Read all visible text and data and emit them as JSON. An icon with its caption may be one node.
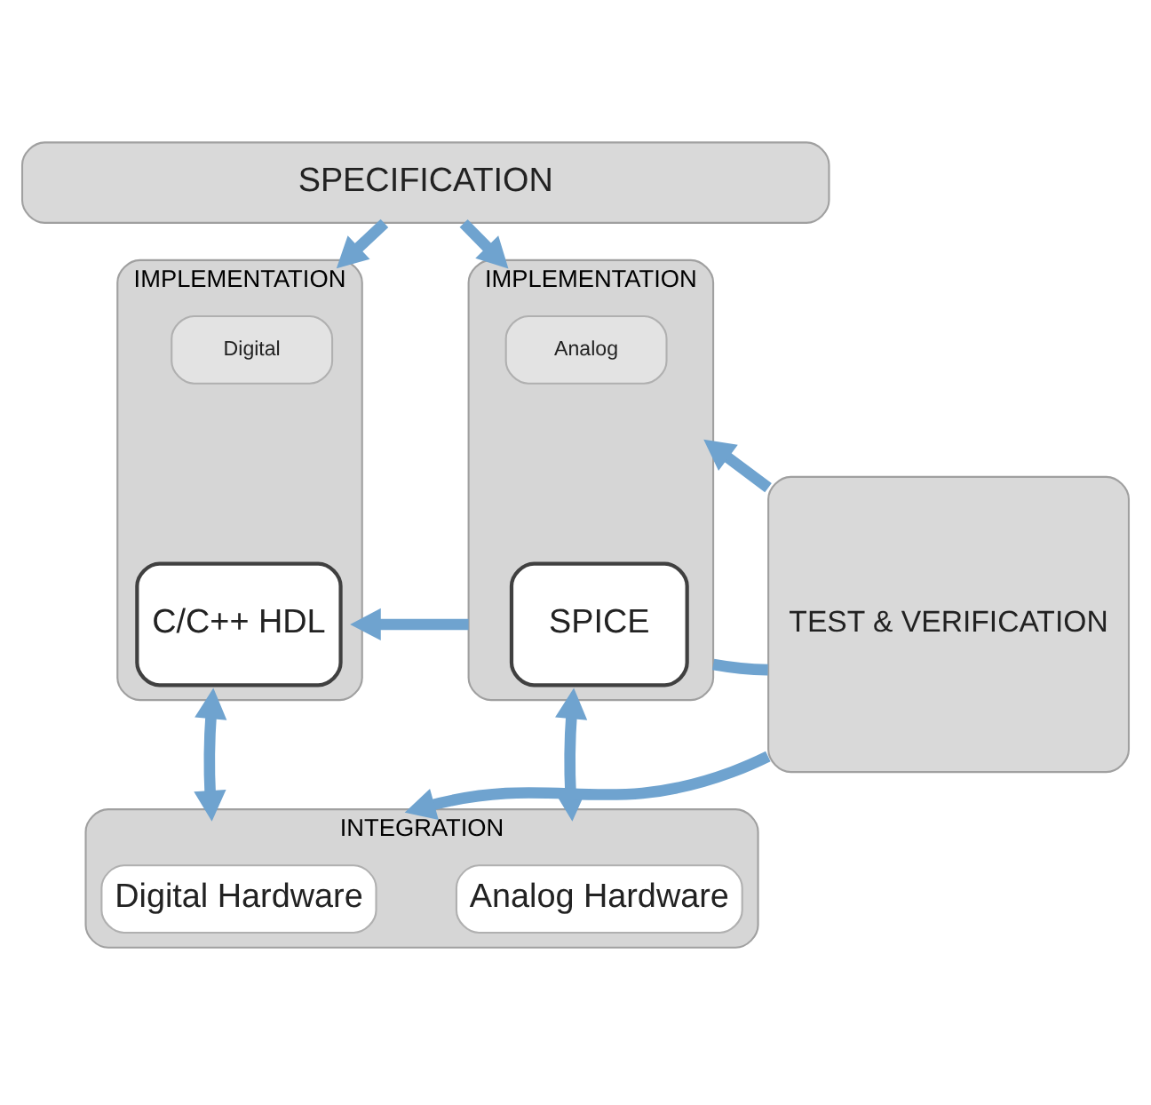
{
  "diagram": {
    "nodes": [
      {
        "text": [
          "SPECIFICATION"
        ]
      },
      {
        "text": [
          "IMPLEMENTATION"
        ]
      },
      {
        "text": [
          "Digital"
        ],
        "in": 1
      },
      {
        "text": [
          "C/C++ HDL"
        ],
        "in": 1
      },
      {
        "text": [
          "IMPLEMENTATION"
        ]
      },
      {
        "text": [
          "Analog"
        ],
        "in": 4
      },
      {
        "text": [
          "SPICE"
        ],
        "in": 4
      },
      {
        "text": [
          "TEST & VERIFICATION"
        ]
      },
      {
        "text": [
          "INTEGRATION"
        ]
      },
      {
        "text": [
          "Digital Hardware"
        ],
        "in": 8
      },
      {
        "text": [
          "Analog Hardware"
        ],
        "in": 8
      }
    ],
    "edges": [
      {
        "from": 0,
        "to": 1,
        "arrow": "to"
      },
      {
        "from": 0,
        "to": 4,
        "arrow": "to"
      },
      {
        "from": 4,
        "to": 1,
        "arrow": "to"
      },
      {
        "from": 4,
        "to": 7,
        "arrow": "none"
      },
      {
        "from": 7,
        "to": 4,
        "arrow": "to"
      },
      {
        "from": 1,
        "to": 8,
        "arrow": "both"
      },
      {
        "from": 4,
        "to": 8,
        "arrow": "both"
      },
      {
        "from": 7,
        "to": 8,
        "arrow": "to"
      }
    ]
  }
}
